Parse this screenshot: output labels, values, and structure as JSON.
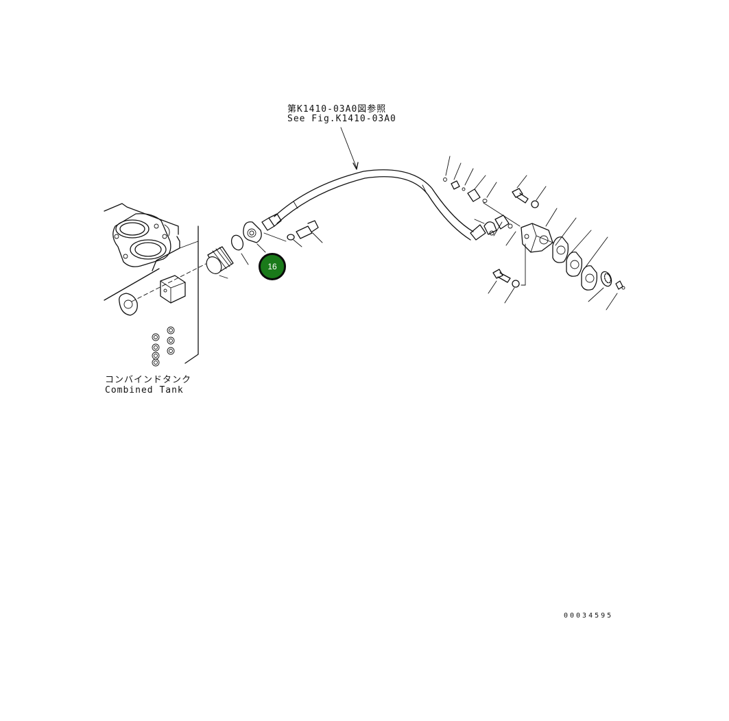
{
  "reference_label": {
    "line1": "第K1410-03A0図参照",
    "line2": "See Fig.K1410-03A0"
  },
  "tank_label": {
    "line1": "コンバインドタンク",
    "line2": "Combined Tank"
  },
  "callout": {
    "number": "16",
    "color": "#1a7a1a"
  },
  "drawing_number": "00034595"
}
